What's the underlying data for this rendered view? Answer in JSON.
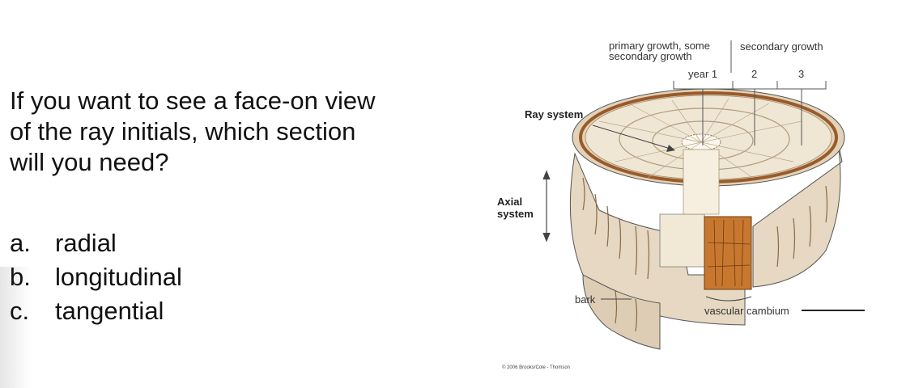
{
  "question": {
    "lines": [
      "If you want to see a face-on view",
      "of the ray initials, which section",
      "will you need?"
    ]
  },
  "options": [
    {
      "letter": "a.",
      "text": "radial"
    },
    {
      "letter": "b.",
      "text": "longitudinal"
    },
    {
      "letter": "c.",
      "text": "tangential"
    }
  ],
  "diagram": {
    "labels": {
      "primary_growth": "primary growth, some",
      "primary_growth_2": "secondary growth",
      "secondary_growth": "secondary growth",
      "year1": "year 1",
      "year2": "2",
      "year3": "3",
      "ray_system": "Ray system",
      "axial_system_1": "Axial",
      "axial_system_2": "system",
      "bark": "bark",
      "vascular_cambium": "vascular cambium",
      "copyright": "© 2006 Brooks/Cole - Thomson"
    },
    "colors": {
      "bark": "#e6d8c2",
      "bark_streak": "#8a6a48",
      "wood_top": "#efe6d4",
      "cambium_ring": "#9a5a2a",
      "cambium_strip": "#c8782e"
    }
  }
}
